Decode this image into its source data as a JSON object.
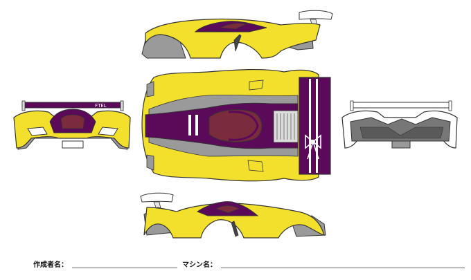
{
  "template": {
    "colors": {
      "body": "#f3e02c",
      "body_outline": "#333333",
      "accent": "#5b0a5a",
      "window": "#7a2b3c",
      "gray": "#9a9a9a",
      "white": "#ffffff",
      "dark": "#444444"
    },
    "wing_text": "FTEL",
    "fields": {
      "author_label": "作成者名：",
      "machine_label": "マシン名："
    }
  }
}
